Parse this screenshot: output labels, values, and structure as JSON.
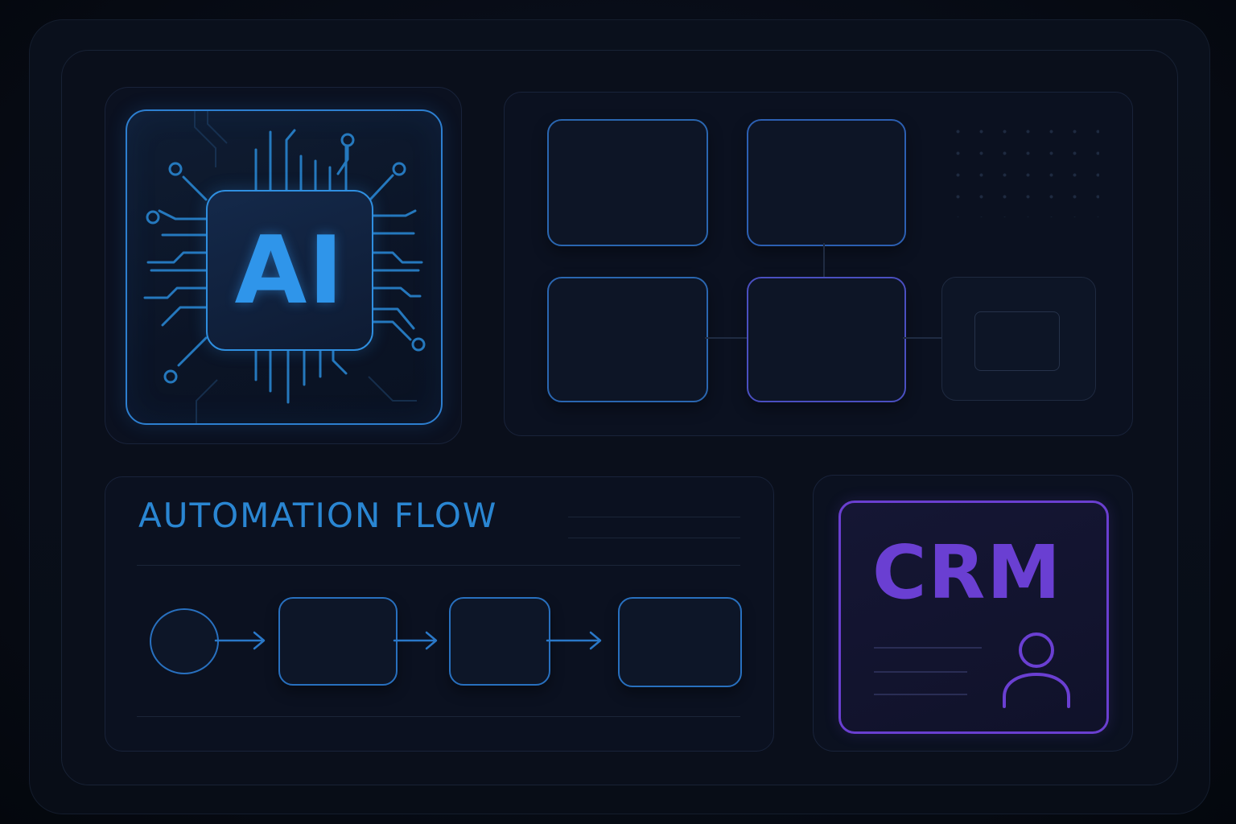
{
  "ai_card": {
    "label": "AI",
    "accent": "#2f95ea"
  },
  "automation": {
    "title": "AUTOMATION FLOW",
    "accent": "#2a86d2",
    "steps": [
      "start-node",
      "step-1",
      "step-2",
      "step-3"
    ]
  },
  "crm": {
    "label": "CRM",
    "accent": "#6a3fd2",
    "icon": "user-icon"
  },
  "colors": {
    "background": "#060b14",
    "tile_border_blue": "#2a66b0",
    "tile_border_violet": "#4a4fc0"
  }
}
